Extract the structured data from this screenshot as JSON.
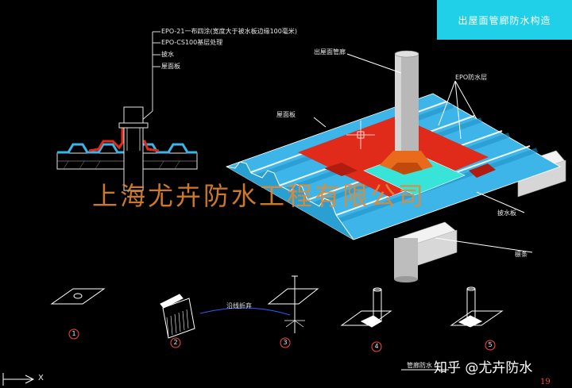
{
  "title": "出屋面管廊防水构造",
  "left_detail": {
    "labels": [
      "EPO-21一布四涂(宽度大于被水板边缘100毫米)",
      "EPO-CS100基层处理",
      "披水",
      "屋面板"
    ]
  },
  "main_diagram": {
    "pipe_label": "出屋面管廊",
    "membrane_label": "EPO防水层",
    "roof_label": "屋面板",
    "flashing_label": "披水板",
    "purlin_label": "檩条"
  },
  "steps": {
    "numbers": [
      "1",
      "2",
      "3",
      "4",
      "5"
    ],
    "connector_label": "沿线折弃",
    "bottom_label": "管廊防水"
  },
  "watermark": "上海尤卉防水工程有限公司",
  "brand": "知乎 @尤卉防水",
  "page_number": "19",
  "axis_label": "X",
  "colors": {
    "background": "#000000",
    "roof_panel": "#3db5e8",
    "membrane": "#e02a1a",
    "title_box": "#1fd0e8",
    "watermark": "#e7892f"
  }
}
